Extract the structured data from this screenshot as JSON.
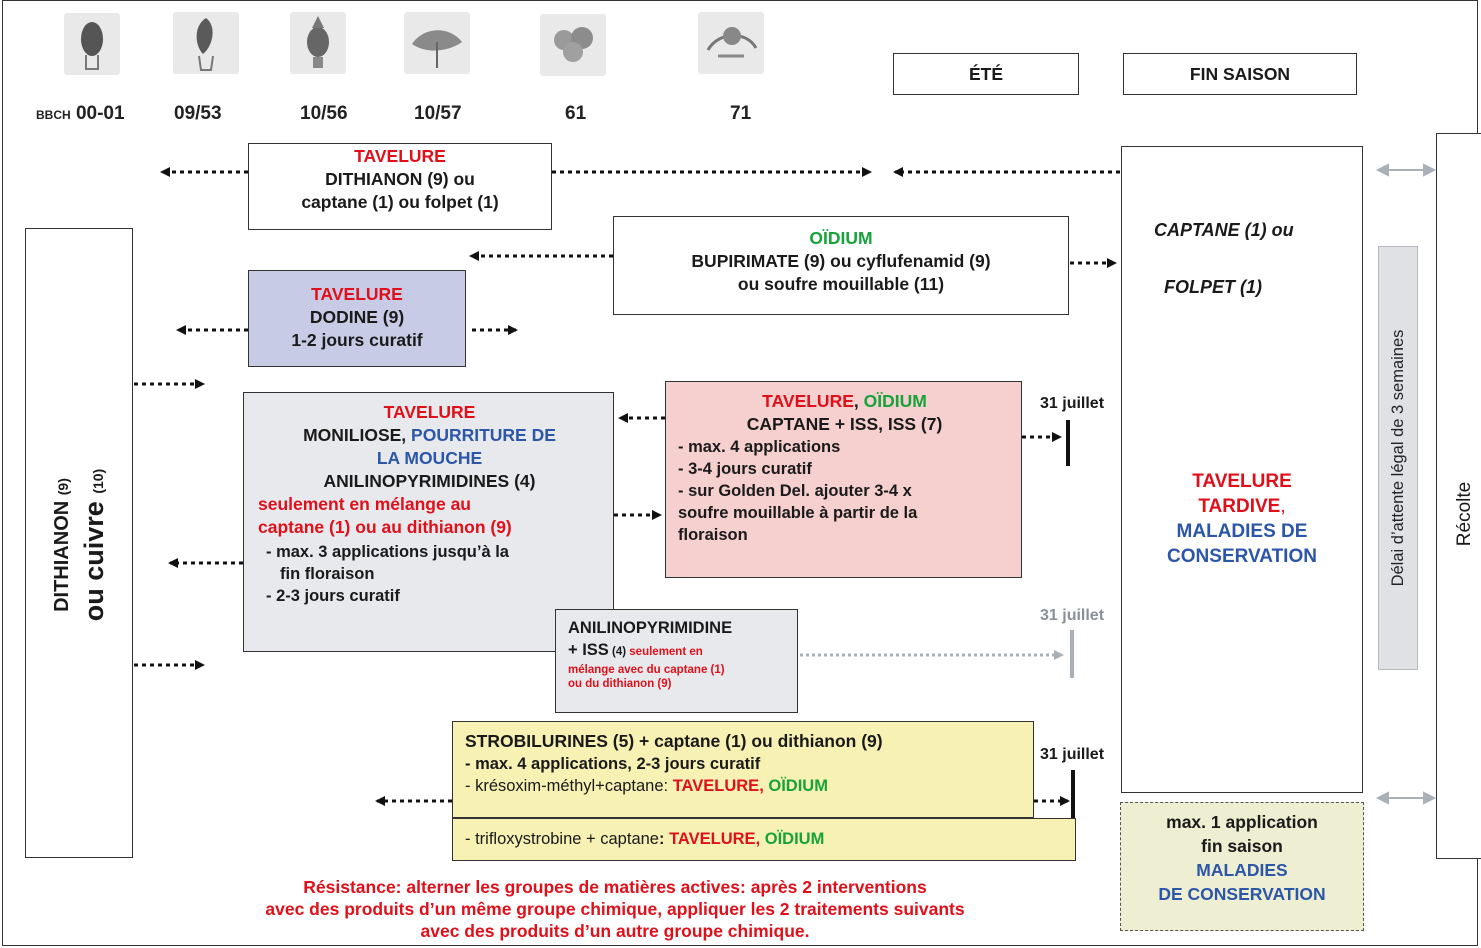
{
  "bbch": {
    "prefix": "BBCH",
    "stages": [
      "00-01",
      "09/53",
      "10/56",
      "10/57",
      "61",
      "71"
    ],
    "icons": [
      "bud-dormant-icon",
      "bud-swelling-icon",
      "bud-green-icon",
      "bud-cluster-icon",
      "flowering-icon",
      "fruit-set-icon"
    ]
  },
  "season": {
    "summer": "ÉTÉ",
    "end_season": "FIN SAISON"
  },
  "box_tavelure1": {
    "title": "TAVELURE",
    "line1": "DITHIANON (9) ou",
    "line2": "captane (1) ou folpet (1)"
  },
  "box_oidium": {
    "title": "OÏDIUM",
    "line1": "BUPIRIMATE (9) ou cyflufenamid (9)",
    "line2": "ou soufre mouillable (11)"
  },
  "box_dodine": {
    "title": "TAVELURE",
    "line1": "DODINE (9)",
    "line2": "1-2 jours curatif"
  },
  "left_column": {
    "main": "DITHIANON",
    "main_note": "(9)",
    "alt": "ou cuivre",
    "alt_note": "(10)"
  },
  "box_anilino": {
    "title": "TAVELURE",
    "line1_a": "MONILIOSE, ",
    "line1_b": "POURRITURE DE",
    "line2": "LA MOUCHE",
    "line3": "ANILINOPYRIMIDINES (4)",
    "warn1": "seulement en mélange au",
    "warn2": "captane (1) ou au dithianon (9)",
    "b1": "- max. 3 applications jusqu’à la",
    "b1b": "fin floraison",
    "b2": "- 2-3 jours curatif"
  },
  "box_captane_iss": {
    "title_a": "TAVELURE",
    "title_sep": ", ",
    "title_b": "OÏDIUM",
    "line1": "CAPTANE + ISS, ISS (7)",
    "b1": "- max. 4 applications",
    "b2": "- 3-4 jours curatif",
    "b3": "- sur Golden Del. ajouter 3-4 x",
    "b3b": "soufre mouillable à partir de la",
    "b3c": "floraison"
  },
  "box_anilino_iss": {
    "line1": "ANILINOPYRIMIDINE",
    "line2_a": "+ ISS",
    "line2_n": " (4) ",
    "line2_w": "seulement en",
    "warn2": "mélange avec du captane (1)",
    "warn3": "ou du dithianon (9)"
  },
  "box_strobi": {
    "line1": "STROBILURINES (5) + captane (1) ou dithianon (9)",
    "b1": "- max. 4 applications,  2-3 jours curatif",
    "b2": "- krésoxim-méthyl+captane: ",
    "b2_red": "TAVELURE",
    "b2_sep": ", ",
    "b2_green": "OÏDIUM"
  },
  "box_trifloxy": {
    "text": "- trifloxystrobine + captane",
    "colon": ": ",
    "red": "TAVELURE",
    "sep": ", ",
    "green": "OÏDIUM"
  },
  "deadlines": {
    "label1": "31 juillet",
    "label2": "31 juillet",
    "label3": "31 juillet"
  },
  "end_box": {
    "line1": "CAPTANE (1) ou",
    "line2": "FOLPET (1)",
    "red1": "TAVELURE",
    "red2": "TARDIVE",
    "comma": ",",
    "blue1": "MALADIES DE",
    "blue2": "CONSERVATION"
  },
  "waiting": {
    "text": "Délai d’attente légal de 3 semaines"
  },
  "harvest": {
    "text": "Récolte"
  },
  "end_note": {
    "line1": "max. 1 application",
    "line2": "fin saison",
    "blue1": "MALADIES",
    "blue2": "DE CONSERVATION"
  },
  "resistance": {
    "line1": "Résistance: alterner les groupes de matières actives: après 2 interventions",
    "line2": "avec des produits d’un même groupe chimique, appliquer les 2 traitements suivants",
    "line3": "avec des produits d’un autre groupe chimique."
  },
  "colors": {
    "red": "#e0101a",
    "green": "#17a33a",
    "blue": "#2c56a8",
    "lavender": "#c8cbe6",
    "pink": "#f5d0cf",
    "lightgrey": "#e8e9ed",
    "yellow": "#f8f1b4",
    "paleyellow": "#eeeed2"
  }
}
